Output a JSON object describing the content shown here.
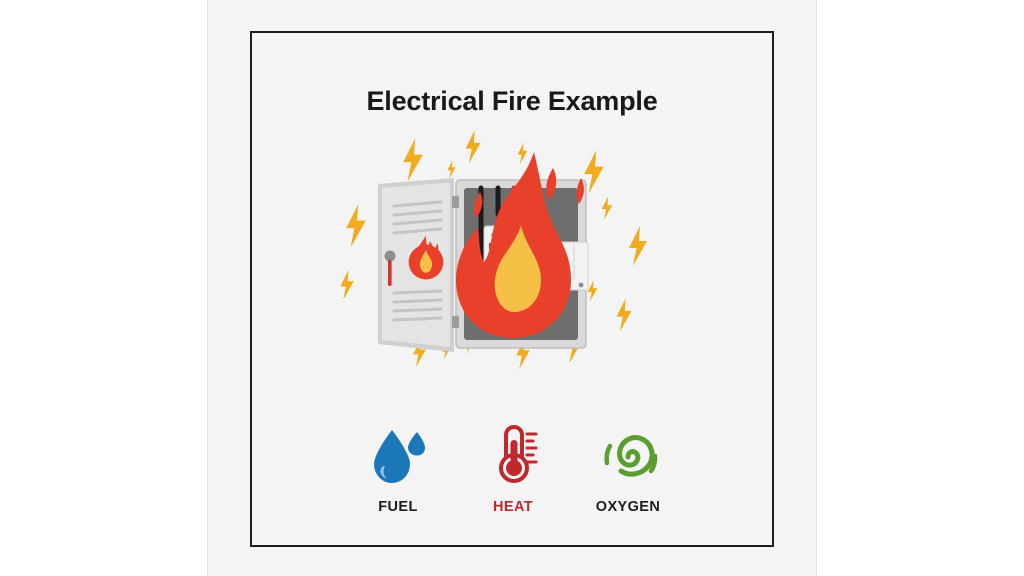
{
  "poster": {
    "title": "Electrical Fire Example",
    "background_color": "#f4f4f4",
    "border_color": "#1d1d1d",
    "page_background": "#ffffff"
  },
  "illustration": {
    "name": "electrical-panel-on-fire",
    "parts": {
      "door": "open-panel-door-with-vents-and-fire-decal",
      "enclosure": "metal-breaker-box",
      "breaker_module": "circuit-breaker-with-red-terminals",
      "secondary_breaker": "breaker-block-with-indicator-lights",
      "wires": "black-red-yellow-wire-loops",
      "flame": "large-fire",
      "sparks": "lightning-bolts"
    },
    "colors": {
      "flame_outer": "#e8402a",
      "flame_inner": "#f5c046",
      "lightning": "#f0ab1e",
      "door_face": "#e2e2e2",
      "door_edge": "#b4b4b4",
      "box_frame": "#d9d9d9",
      "box_interior": "#6e6e6e",
      "wire_black": "#1c1c1c",
      "wire_red": "#e03a26",
      "wire_yellow": "#f2c021"
    }
  },
  "fire_triangle": {
    "items": [
      {
        "label": "FUEL",
        "icon": "water-drop-icon",
        "color": "#1b77b8",
        "label_color": "#1d1d1d"
      },
      {
        "label": "HEAT",
        "icon": "thermometer-icon",
        "color": "#c0282d",
        "label_color": "#c0282d"
      },
      {
        "label": "OXYGEN",
        "icon": "swirl-icon",
        "color": "#5a9e2f",
        "label_color": "#1d1d1d"
      }
    ]
  }
}
